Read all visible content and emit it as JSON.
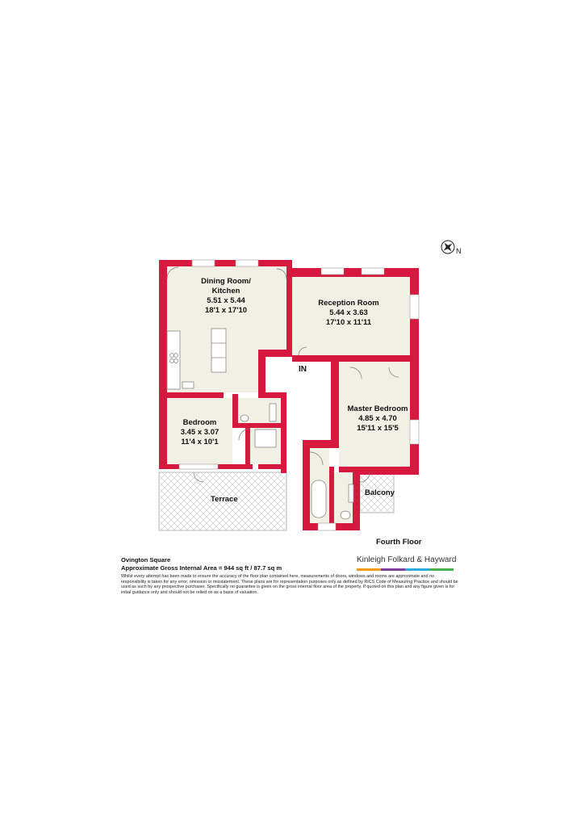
{
  "compass": {
    "label": "N"
  },
  "rooms": {
    "dining_kitchen": {
      "name_line1": "Dining Room/",
      "name_line2": "Kitchen",
      "metric": "5.51 x 5.44",
      "imperial": "18'1 x 17'10"
    },
    "reception": {
      "name": "Reception Room",
      "metric": "5.44 x 3.63",
      "imperial": "17'10 x 11'11"
    },
    "master_bedroom": {
      "name": "Master Bedroom",
      "metric": "4.85 x 4.70",
      "imperial": "15'11 x 15'5"
    },
    "bedroom": {
      "name": "Bedroom",
      "metric": "3.45 x 3.07",
      "imperial": "11'4 x 10'1"
    },
    "terrace": {
      "name": "Terrace"
    },
    "balcony": {
      "name": "Balcony"
    }
  },
  "entrance_label": "IN",
  "floor_label": "Fourth Floor",
  "footer": {
    "property": "Ovington Square",
    "area": "Approximate Gross Internal Area = 944 sq ft / 87.7 sq m",
    "disclaimer": "Whilst every attempt has been made to ensure the accuracy of the floor plan contained here, measurements of doors, windows and rooms are approximate and no responsibility is taken for any error, omission or misstatement. These plans are for representation purposes only as defined by RICS Code of Measuring Practice and should be used as such by any prospective purchaser. Specifically no guarantee is given on the gross internal floor area of the property. If quoted on this plan and any figure given is for initial guidance only and should not be relied on as a basis of valuation."
  },
  "brand": {
    "name": "Kinleigh Folkard & Hayward",
    "bar_colors": [
      "#f39c12",
      "#7b3f98",
      "#2eaadc",
      "#4caf50"
    ]
  },
  "colors": {
    "wall": "#d7193f",
    "floor": "#f1f0e4",
    "terrace_hatch": "#c8c8c8"
  }
}
